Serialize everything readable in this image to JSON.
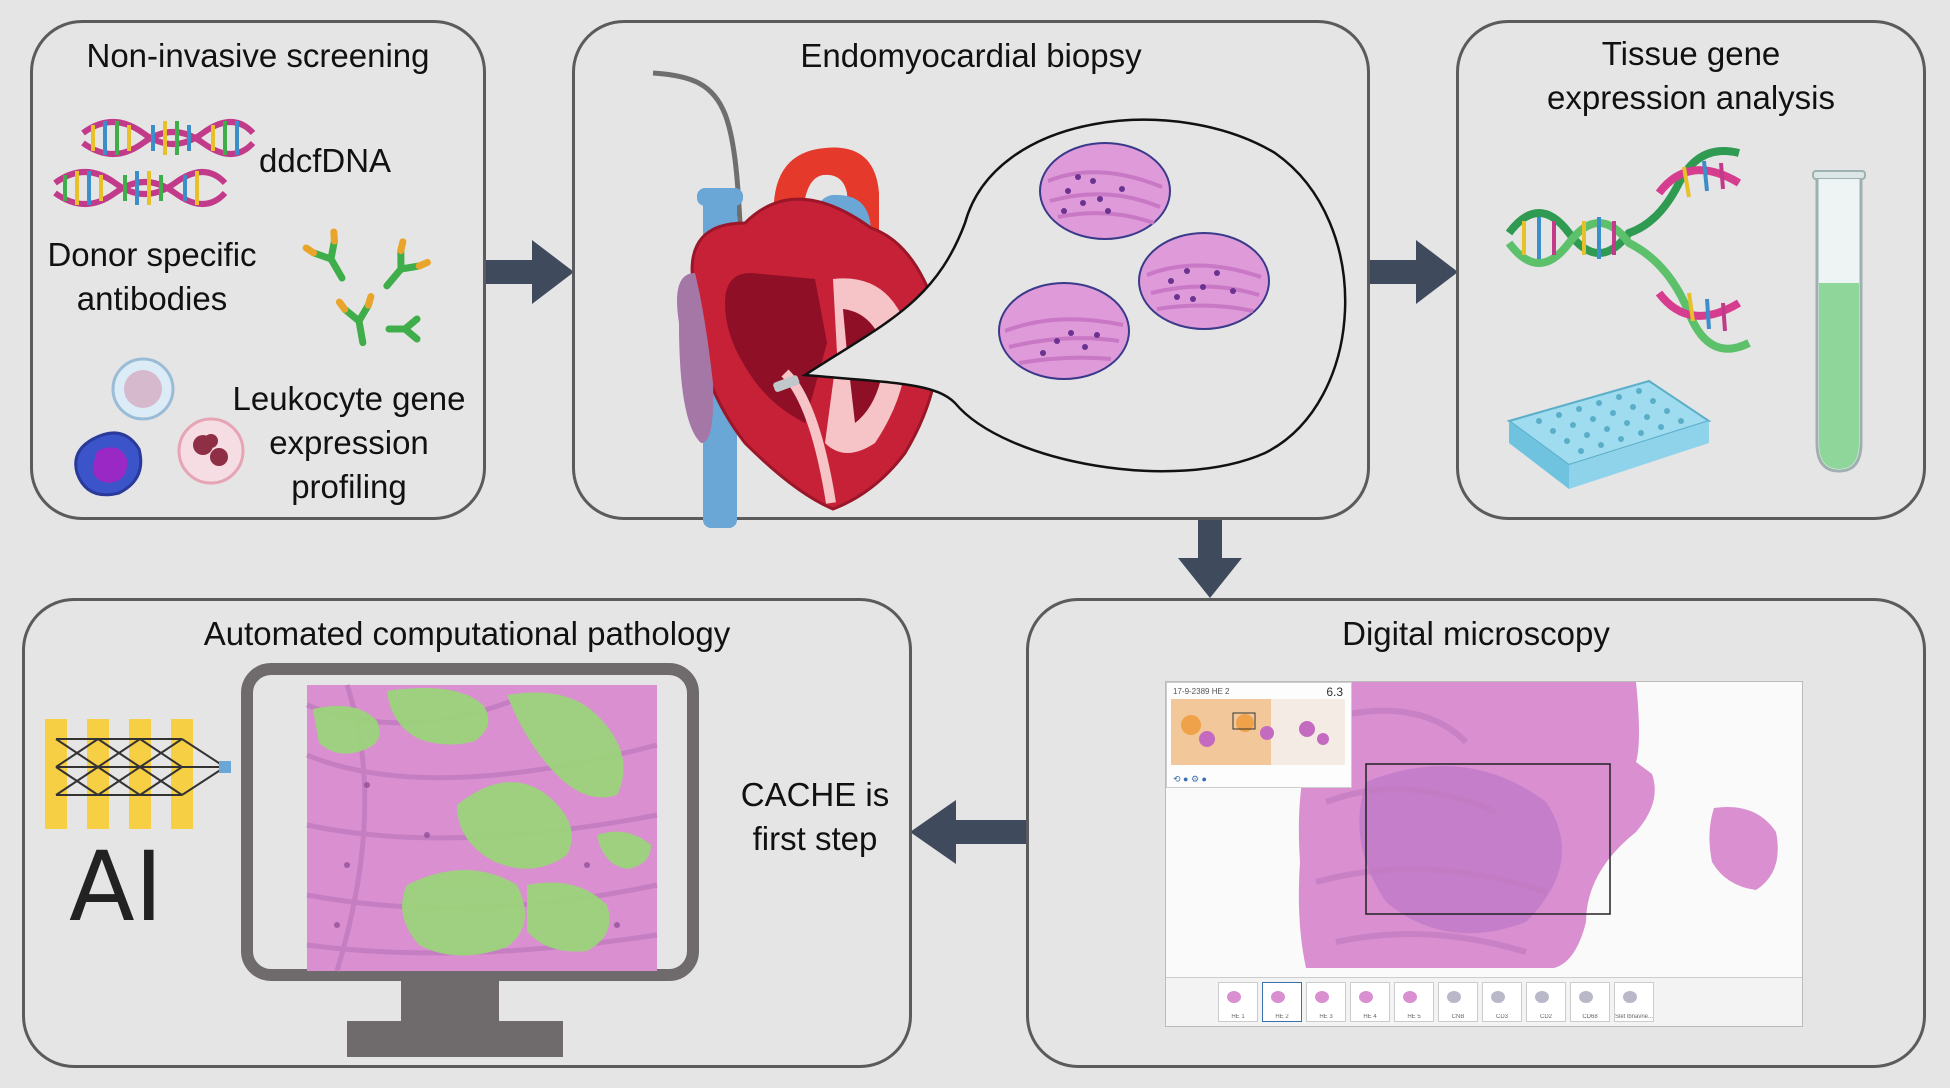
{
  "panels": {
    "screening": {
      "title": "Non-invasive screening",
      "items": [
        "ddcfDNA",
        "Donor specific antibodies",
        "Leukocyte gene expression profiling"
      ],
      "item_lines": {
        "ddcfdna": "ddcfDNA",
        "dsa_1": "Donor specific",
        "dsa_2": "antibodies",
        "lgep_1": "Leukocyte gene",
        "lgep_2": "expression",
        "lgep_3": "profiling"
      }
    },
    "biopsy": {
      "title": "Endomyocardial biopsy"
    },
    "tissue": {
      "title_1": "Tissue gene",
      "title_2": "expression analysis"
    },
    "microscopy": {
      "title": "Digital microscopy",
      "viewer": {
        "slide_id": "17-9-2389  HE 2",
        "zoom": "6.3",
        "thumbnails": [
          "HE 1",
          "HE 2",
          "HE 3",
          "HE 4",
          "HE 5",
          "CNB",
          "CD3",
          "CD2",
          "CD68",
          "Slet lbnavne..."
        ]
      }
    },
    "pathology": {
      "title": "Automated computational pathology",
      "ai_label": "AI",
      "caption_1": "CACHE is",
      "caption_2": "first step"
    }
  },
  "colors": {
    "background": "#e6e5e6",
    "panel_border": "#5b5a5c",
    "arrow": "#3f4b5c",
    "he_pink": "#d98fd0",
    "segmentation_green": "#9ad67a",
    "monitor_frame": "#6f6a6b"
  }
}
